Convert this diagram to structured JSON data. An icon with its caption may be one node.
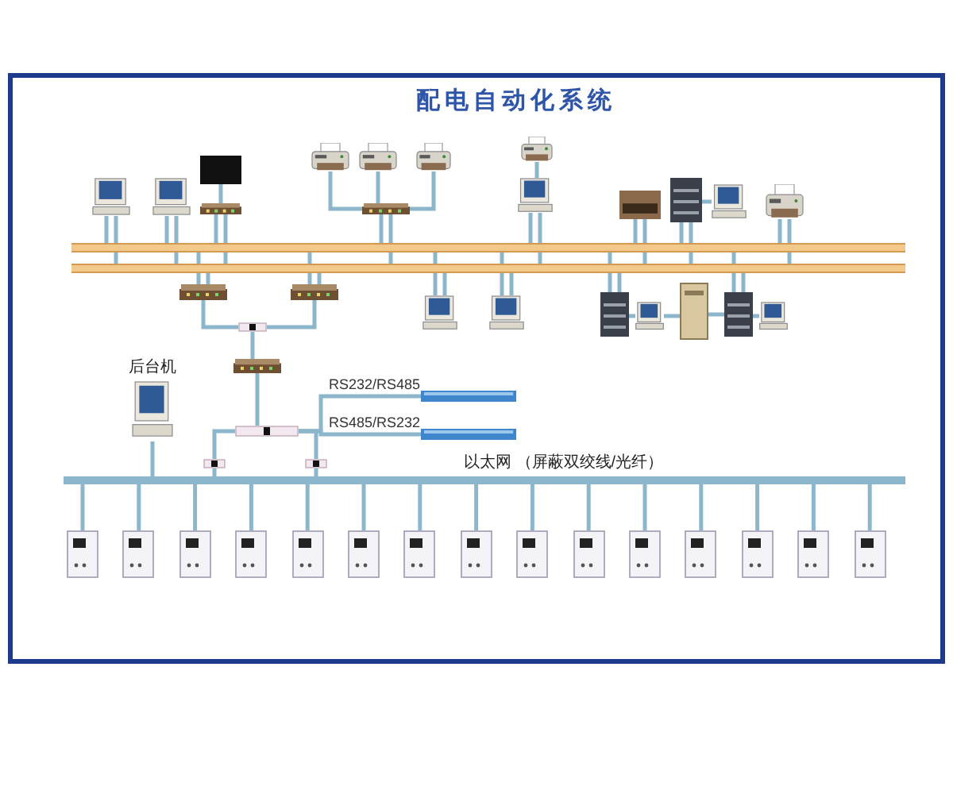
{
  "diagram": {
    "title": "配电自动化系统",
    "nodes": [
      {
        "text": [],
        "shape": "bar"
      },
      {
        "text": [],
        "shape": "bar"
      },
      {
        "text": [],
        "shape": "picture"
      },
      {
        "text": [],
        "shape": "picture"
      },
      {
        "text": [],
        "shape": "picture"
      },
      {
        "text": [],
        "shape": "picture"
      },
      {
        "text": [],
        "shape": "picture"
      },
      {
        "text": [],
        "shape": "picture"
      },
      {
        "text": [],
        "shape": "picture"
      },
      {
        "text": [],
        "shape": "picture"
      },
      {
        "text": [],
        "shape": "picture"
      },
      {
        "text": [],
        "shape": "picture"
      },
      {
        "text": [],
        "shape": "picture"
      },
      {
        "text": [],
        "shape": "picture"
      },
      {
        "text": [],
        "shape": "picture"
      },
      {
        "text": [],
        "shape": "picture"
      },
      {
        "text": [],
        "shape": "picture"
      },
      {
        "text": [],
        "shape": "picture"
      },
      {
        "text": [],
        "shape": "picture"
      },
      {
        "text": [],
        "shape": "picture"
      },
      {
        "text": [],
        "shape": "picture"
      },
      {
        "text": [],
        "shape": "picture"
      },
      {
        "text": [],
        "shape": "picture"
      },
      {
        "text": [],
        "shape": "picture"
      },
      {
        "text": [],
        "shape": "picture"
      },
      {
        "text": [
          "后台机"
        ]
      },
      {
        "text": [],
        "shape": "bar",
        "beside": [
          "以太网 （屏蔽双绞线/光纤）"
        ]
      },
      {
        "text": [],
        "shape": "picture"
      },
      {
        "text": [],
        "shape": "picture"
      },
      {
        "text": [],
        "shape": "picture"
      },
      {
        "text": [],
        "shape": "picture"
      },
      {
        "text": [],
        "shape": "picture"
      },
      {
        "text": [],
        "shape": "picture"
      },
      {
        "text": [],
        "shape": "picture"
      },
      {
        "text": [],
        "shape": "picture"
      },
      {
        "text": [],
        "shape": "picture"
      },
      {
        "text": [],
        "shape": "picture"
      },
      {
        "text": [],
        "shape": "picture"
      },
      {
        "text": [],
        "shape": "picture"
      },
      {
        "text": [],
        "shape": "picture"
      },
      {
        "text": [],
        "shape": "picture"
      },
      {
        "text": [],
        "shape": "picture"
      },
      {
        "text": [],
        "shape": "picture"
      },
      {
        "text": [],
        "shape": "picture"
      },
      {
        "text": [],
        "shape": "picture"
      },
      {
        "text": [],
        "shape": "picture"
      },
      {
        "text": [],
        "shape": "picture"
      },
      {
        "text": [],
        "shape": "picture"
      },
      {
        "text": [],
        "shape": "picture"
      }
    ],
    "edges": [
      {
        "from": 2,
        "to": 0,
        "arrow": "none"
      },
      {
        "from": 2,
        "to": 1,
        "arrow": "none"
      },
      {
        "from": 3,
        "to": 0,
        "arrow": "none"
      },
      {
        "from": 3,
        "to": 1,
        "arrow": "none"
      },
      {
        "from": 4,
        "to": 5,
        "arrow": "none"
      },
      {
        "from": 5,
        "to": 0,
        "arrow": "none"
      },
      {
        "from": 5,
        "to": 1,
        "arrow": "none"
      },
      {
        "from": 6,
        "to": 9,
        "arrow": "none"
      },
      {
        "from": 7,
        "to": 9,
        "arrow": "none"
      },
      {
        "from": 8,
        "to": 9,
        "arrow": "none"
      },
      {
        "from": 9,
        "to": 0,
        "arrow": "none"
      },
      {
        "from": 9,
        "to": 1,
        "arrow": "none"
      },
      {
        "from": 10,
        "to": 11,
        "arrow": "none"
      },
      {
        "from": 11,
        "to": 0,
        "arrow": "none"
      },
      {
        "from": 11,
        "to": 1,
        "arrow": "none"
      },
      {
        "from": 12,
        "to": 0,
        "arrow": "none"
      },
      {
        "from": 12,
        "to": 1,
        "arrow": "none"
      },
      {
        "from": 13,
        "to": 0,
        "arrow": "none"
      },
      {
        "from": 13,
        "to": 1,
        "arrow": "none"
      },
      {
        "from": 14,
        "to": 13,
        "arrow": "none"
      },
      {
        "from": 15,
        "to": 0,
        "arrow": "none"
      },
      {
        "from": 15,
        "to": 1,
        "arrow": "none"
      },
      {
        "from": 16,
        "to": 0,
        "arrow": "none"
      },
      {
        "from": 16,
        "to": 1,
        "arrow": "none"
      },
      {
        "from": 17,
        "to": 0,
        "arrow": "none"
      },
      {
        "from": 17,
        "to": 1,
        "arrow": "none"
      },
      {
        "from": 16,
        "to": 18,
        "arrow": "none"
      },
      {
        "from": 17,
        "to": 18,
        "arrow": "none"
      },
      {
        "from": 18,
        "to": 19,
        "arrow": "none"
      },
      {
        "from": 19,
        "to": 20,
        "arrow": "none"
      },
      {
        "from": 20,
        "to": 21,
        "arrow": "none",
        "label": "RS232/RS485"
      },
      {
        "from": 20,
        "to": 22,
        "arrow": "none",
        "label": "RS485/RS232"
      },
      {
        "from": 20,
        "to": 23,
        "arrow": "none"
      },
      {
        "from": 20,
        "to": 24,
        "arrow": "none"
      },
      {
        "from": 23,
        "to": 26,
        "arrow": "none"
      },
      {
        "from": 24,
        "to": 26,
        "arrow": "none"
      },
      {
        "from": 25,
        "to": 26,
        "arrow": "none"
      },
      {
        "from": 27,
        "to": 0,
        "arrow": "none"
      },
      {
        "from": 27,
        "to": 1,
        "arrow": "none"
      },
      {
        "from": 28,
        "to": 0,
        "arrow": "none"
      },
      {
        "from": 28,
        "to": 1,
        "arrow": "none"
      },
      {
        "from": 29,
        "to": 0,
        "arrow": "none"
      },
      {
        "from": 29,
        "to": 1,
        "arrow": "none"
      },
      {
        "from": 30,
        "to": 29,
        "arrow": "none"
      },
      {
        "from": 30,
        "to": 31,
        "arrow": "none"
      },
      {
        "from": 31,
        "to": 32,
        "arrow": "none"
      },
      {
        "from": 32,
        "to": 0,
        "arrow": "none"
      },
      {
        "from": 32,
        "to": 1,
        "arrow": "none"
      },
      {
        "from": 33,
        "to": 32,
        "arrow": "none"
      },
      {
        "from": 34,
        "to": 26,
        "arrow": "none"
      },
      {
        "from": 35,
        "to": 26,
        "arrow": "none"
      },
      {
        "from": 36,
        "to": 26,
        "arrow": "none"
      },
      {
        "from": 37,
        "to": 26,
        "arrow": "none"
      },
      {
        "from": 38,
        "to": 26,
        "arrow": "none"
      },
      {
        "from": 39,
        "to": 26,
        "arrow": "none"
      },
      {
        "from": 40,
        "to": 26,
        "arrow": "none"
      },
      {
        "from": 41,
        "to": 26,
        "arrow": "none"
      },
      {
        "from": 42,
        "to": 26,
        "arrow": "none"
      },
      {
        "from": 43,
        "to": 26,
        "arrow": "none"
      },
      {
        "from": 44,
        "to": 26,
        "arrow": "none"
      },
      {
        "from": 45,
        "to": 26,
        "arrow": "none"
      },
      {
        "from": 46,
        "to": 26,
        "arrow": "none"
      },
      {
        "from": 47,
        "to": 26,
        "arrow": "none"
      },
      {
        "from": 48,
        "to": 26,
        "arrow": "none"
      }
    ]
  }
}
